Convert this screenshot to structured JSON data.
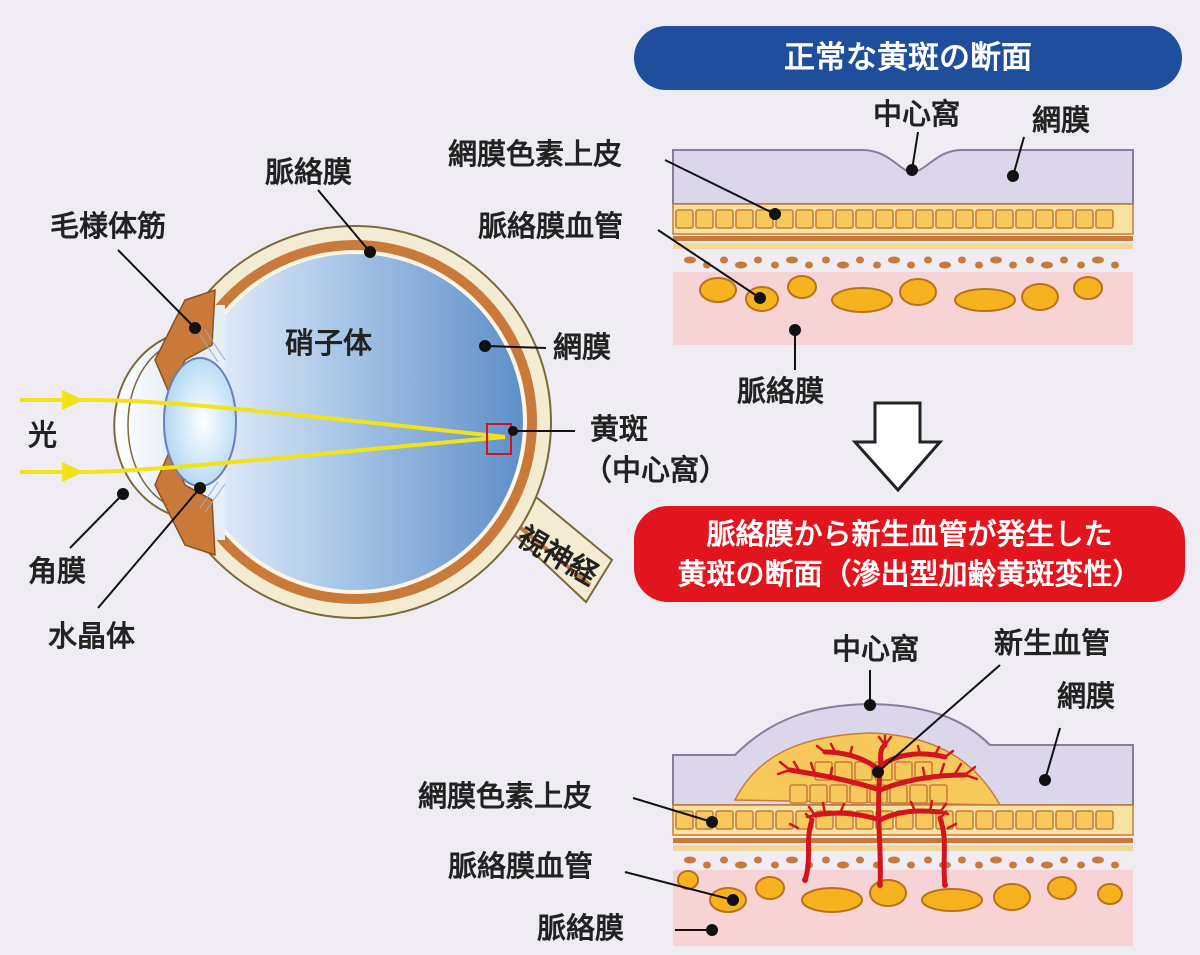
{
  "eye": {
    "choroid": "脈絡膜",
    "ciliary_muscle": "毛様体筋",
    "vitreous": "硝子体",
    "retina": "網膜",
    "light": "光",
    "macula": "黄斑",
    "fovea_paren": "（中心窩）",
    "optic_nerve": "視神経",
    "cornea": "角膜",
    "lens": "水晶体"
  },
  "normal": {
    "title": "正常な黄斑の断面",
    "fovea": "中心窩",
    "retina": "網膜",
    "rpe": "網膜色素上皮",
    "choroid_vessel": "脈絡膜血管",
    "choroid": "脈絡膜"
  },
  "disease": {
    "title_line1": "脈絡膜から新生血管が発生した",
    "title_line2": "黄斑の断面（滲出型加齢黄斑変性）",
    "fovea": "中心窩",
    "new_vessel": "新生血管",
    "retina": "網膜",
    "rpe": "網膜色素上皮",
    "choroid_vessel": "脈絡膜血管",
    "choroid": "脈絡膜"
  },
  "colors": {
    "background": "#efedf3",
    "blue_banner": "#1f4f9c",
    "red_banner": "#e2151f",
    "light_ray": "#f2e21a",
    "vitreous": "#7fa8d6",
    "choroid_brown": "#c97a3a",
    "retina_layer": "#dcd6ea",
    "choroid_layer": "#f7d3d6",
    "rpe_cells": "#f6c95a",
    "new_vessel": "#d2141e"
  }
}
